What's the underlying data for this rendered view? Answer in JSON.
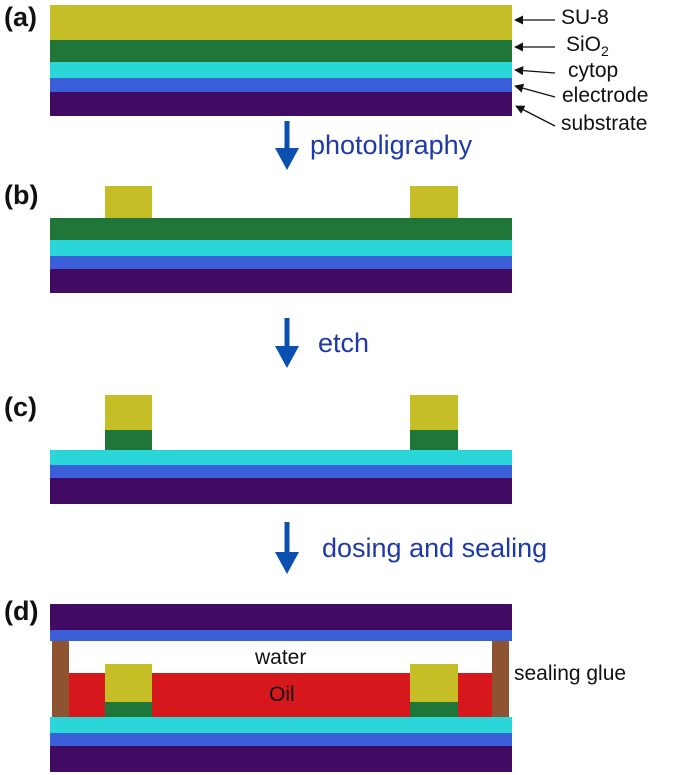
{
  "colors": {
    "su8": "#c6be26",
    "sio2": "#1f7638",
    "cytop": "#2ad6d8",
    "electrode": "#3b5fd8",
    "substrate": "#420b63",
    "oil": "#d6181c",
    "water": "#ffffff",
    "glue": "#8e5431",
    "arrow": "#0b4fb0",
    "step_text": "#1f3aa8"
  },
  "panels": {
    "a": {
      "label": "(a)"
    },
    "b": {
      "label": "(b)"
    },
    "c": {
      "label": "(c)"
    },
    "d": {
      "label": "(d)"
    }
  },
  "layers": {
    "su8": {
      "label": "SU-8"
    },
    "sio2": {
      "label_main": "SiO",
      "label_sub": "2"
    },
    "cytop": {
      "label": "cytop"
    },
    "electrode": {
      "label": "electrode"
    },
    "substrate": {
      "label": "substrate"
    }
  },
  "steps": {
    "step1": {
      "label": "photoligraphy"
    },
    "step2": {
      "label": "etch"
    },
    "step3": {
      "label": "dosing and sealing"
    }
  },
  "device": {
    "water_label": "water",
    "oil_label": "Oil",
    "glue_label": "sealing glue"
  }
}
